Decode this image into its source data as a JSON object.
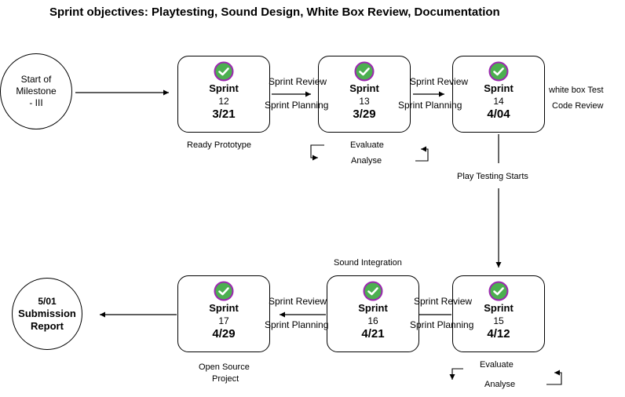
{
  "title": "Sprint objectives:  Playtesting, Sound Design, White Box Review, Documentation",
  "start_node": {
    "lines": [
      "Start of",
      "Milestone",
      "- III"
    ]
  },
  "end_node": {
    "date": "5/01",
    "line1": "Submission",
    "line2": "Report"
  },
  "sprints": [
    {
      "title": "Sprint",
      "number": "12",
      "date": "3/21"
    },
    {
      "title": "Sprint",
      "number": "13",
      "date": "3/29"
    },
    {
      "title": "Sprint",
      "number": "14",
      "date": "4/04"
    },
    {
      "title": "Sprint",
      "number": "15",
      "date": "4/12"
    },
    {
      "title": "Sprint",
      "number": "16",
      "date": "4/21"
    },
    {
      "title": "Sprint",
      "number": "17",
      "date": "4/29"
    }
  ],
  "edge_labels": {
    "review": "Sprint Review",
    "planning": "Sprint Planning"
  },
  "annotations": {
    "ready_prototype": "Ready Prototype",
    "evaluate": "Evaluate",
    "analyse": "Analyse",
    "white_box_test": "white box Test",
    "code_review": "Code Review",
    "play_testing": "Play Testing Starts",
    "sound_integration": "Sound Integration",
    "open_source_1": "Open Source",
    "open_source_2": "Project"
  },
  "colors": {
    "check_fill": "#4caf50",
    "check_ring": "#9c27b0",
    "stroke": "#000000"
  }
}
